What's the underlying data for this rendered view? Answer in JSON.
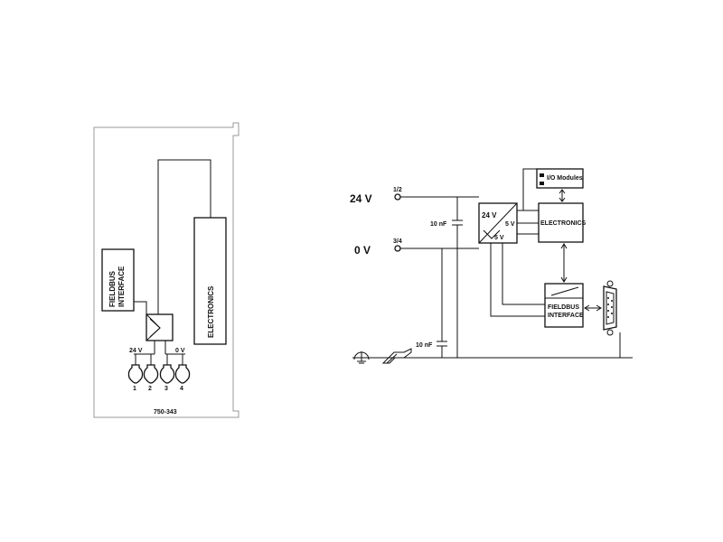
{
  "left_module": {
    "fieldbus_label_1": "FIELDBUS",
    "fieldbus_label_2": "INTERFACE",
    "electronics_label": "ELECTRONICS",
    "v24_label": "24 V",
    "v0_label": "0 V",
    "terminals": [
      "1",
      "2",
      "3",
      "4"
    ],
    "part_number": "750-343"
  },
  "right_schematic": {
    "v24_label": "24 V",
    "v0_label": "0 V",
    "terminal_top": "1/2",
    "terminal_bottom": "3/4",
    "cap_top_label": "10 nF",
    "cap_bottom_label": "10 nF",
    "converter_in_label": "24 V",
    "converter_out_label_1": "5 V",
    "converter_out_label_2": "5 V",
    "io_modules_label": "I/O Modules",
    "electronics_label": "ELECTRONICS",
    "fieldbus_label_1": "FIELDBUS",
    "fieldbus_label_2": "INTERFACE"
  }
}
